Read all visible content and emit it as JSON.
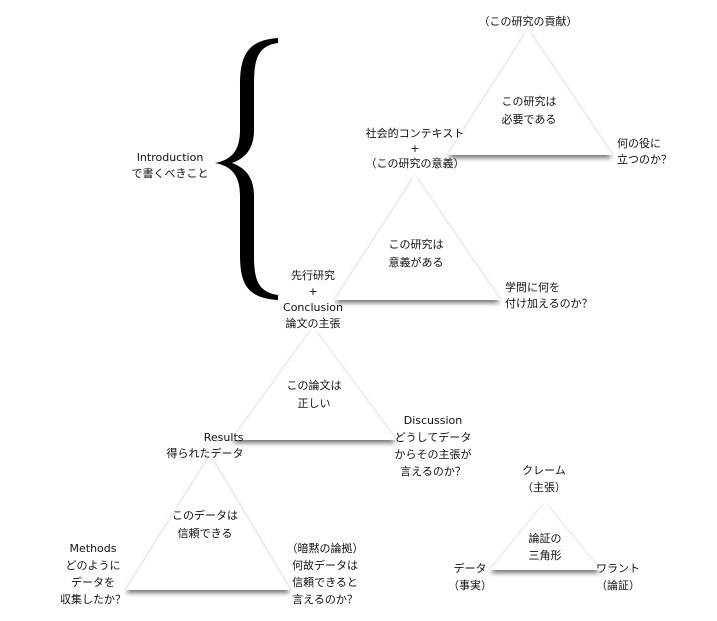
{
  "intro": {
    "line1": "Introduction",
    "line2": "で書くべきこと"
  },
  "triangles": [
    {
      "center": [
        "この研究は",
        "必要である"
      ],
      "top": [
        "（この研究の貢献）"
      ],
      "left": [
        "社会的コンテキスト",
        "+",
        "（この研究の意義）"
      ],
      "right": [
        "何の役に",
        "立つのか？"
      ]
    },
    {
      "center": [
        "この研究は",
        "意義がある"
      ],
      "left": [
        "先行研究",
        "+",
        "Conclusion",
        "論文の主張"
      ],
      "right": [
        "学問に何を",
        "付け加えるのか？"
      ]
    },
    {
      "center": [
        "この論文は",
        "正しい"
      ],
      "left": [
        "Results",
        "得られたデータ"
      ],
      "right": [
        "Discussion",
        "どうしてデータ",
        "からその主張が",
        "言えるのか？"
      ]
    },
    {
      "center": [
        "このデータは",
        "信頼できる"
      ],
      "left": [
        "Methods",
        "どのように",
        "データを",
        "収集したか？"
      ],
      "right": [
        "（暗黙の論拠）",
        "何故データは",
        "信頼できると",
        "言えるのか？"
      ]
    },
    {
      "center": [
        "論証の",
        "三角形"
      ],
      "top": [
        "クレーム",
        "（主張）"
      ],
      "left": [
        "データ",
        "（事実）"
      ],
      "right": [
        "ワラント",
        "（論証）"
      ]
    }
  ]
}
